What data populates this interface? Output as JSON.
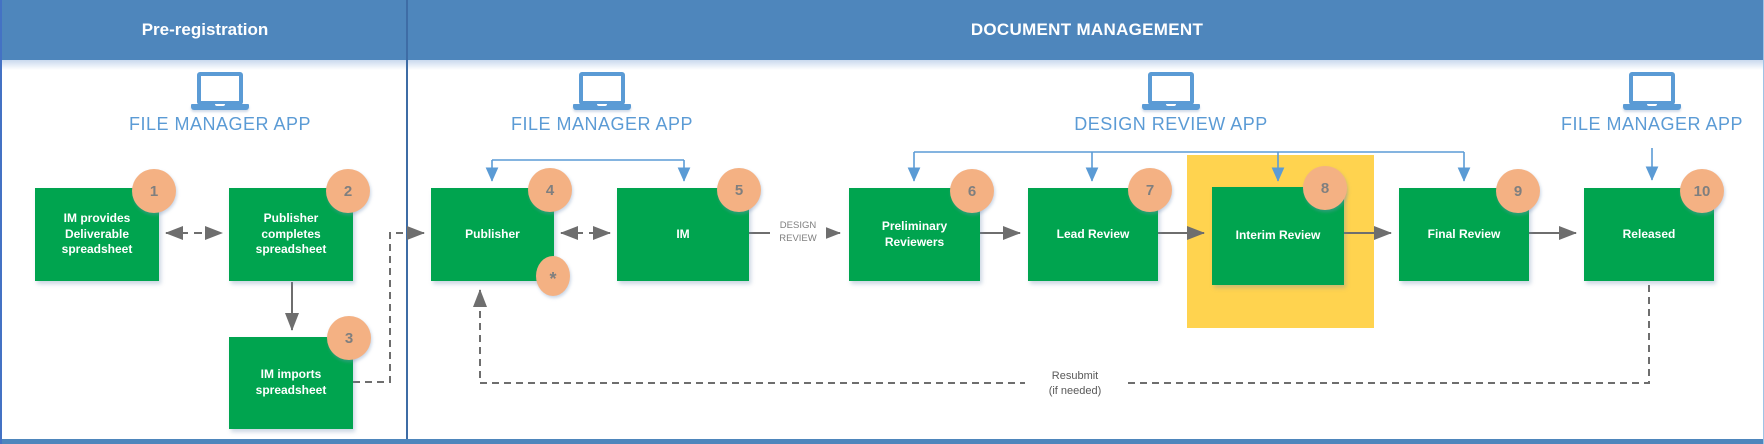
{
  "header": {
    "sections": [
      {
        "label": "Pre-registration"
      },
      {
        "label": "DOCUMENT MANAGEMENT"
      }
    ]
  },
  "apps": [
    {
      "id": "file-manager-1",
      "label": "FILE MANAGER APP"
    },
    {
      "id": "file-manager-2",
      "label": "FILE MANAGER APP"
    },
    {
      "id": "design-review",
      "label": "DESIGN REVIEW APP"
    },
    {
      "id": "file-manager-3",
      "label": "FILE MANAGER APP"
    }
  ],
  "steps": [
    {
      "num": "1",
      "label": "IM provides Deliverable spreadsheet"
    },
    {
      "num": "2",
      "label": "Publisher completes spreadsheet"
    },
    {
      "num": "3",
      "label": "IM imports spreadsheet"
    },
    {
      "num": "4",
      "label": "Publisher",
      "note": "*"
    },
    {
      "num": "5",
      "label": "IM"
    },
    {
      "num": "6",
      "label": "Preliminary Reviewers"
    },
    {
      "num": "7",
      "label": "Lead Review"
    },
    {
      "num": "8",
      "label": "Interim Review",
      "highlighted": true
    },
    {
      "num": "9",
      "label": "Final Review"
    },
    {
      "num": "10",
      "label": "Released"
    }
  ],
  "publisher_note": "*",
  "edge_labels": {
    "design_review_line1": "DESIGN",
    "design_review_line2": "REVIEW",
    "resubmit_line1": "Resubmit",
    "resubmit_line2": "(if needed)"
  },
  "colors": {
    "header_blue": "#4E86BC",
    "accent_blue": "#5B9BD5",
    "box_green": "#00A44F",
    "badge_peach": "#F4B183",
    "badge_text": "#7F7F7F",
    "highlight_yellow": "#FFD34F",
    "arrow_gray": "#6E6E6E"
  }
}
